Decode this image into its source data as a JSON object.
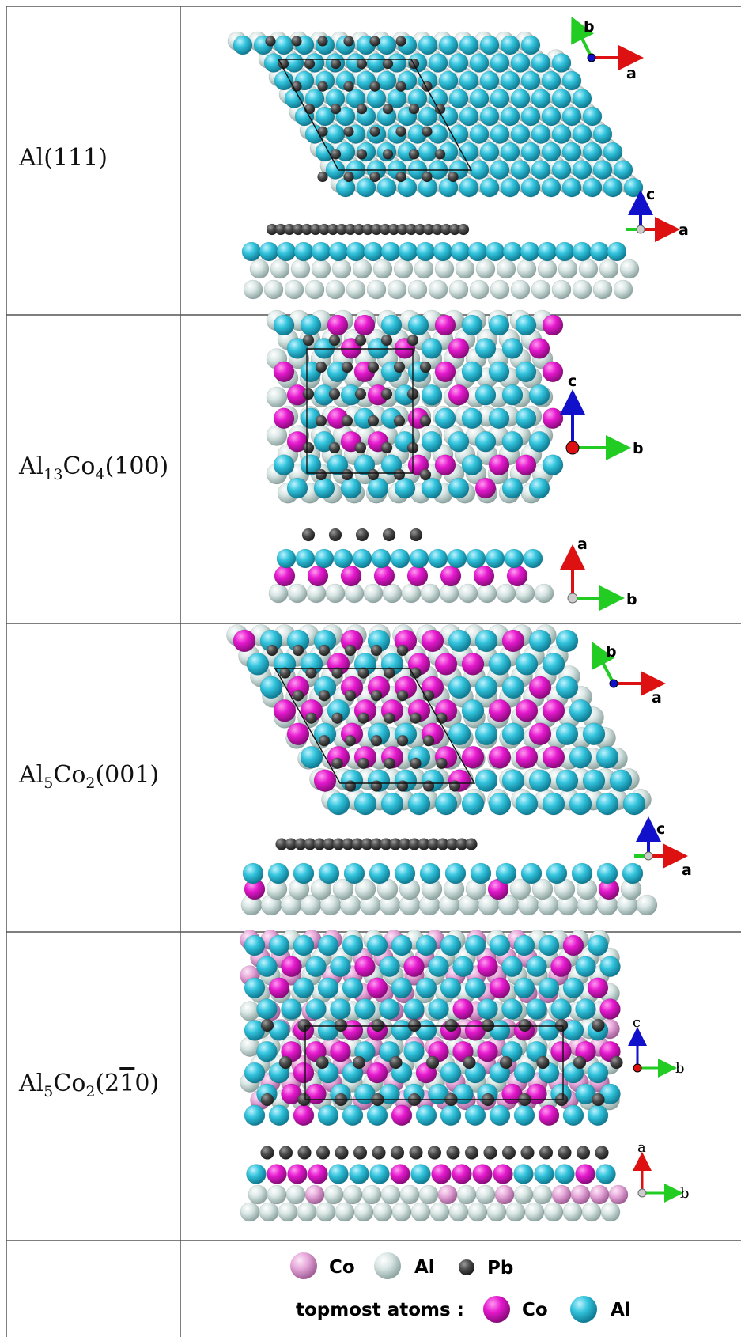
{
  "rows": [
    {
      "label_main": "Al(111)",
      "top_axes": [
        "b",
        "a"
      ],
      "side_axes": [
        "c",
        "a"
      ]
    },
    {
      "label_main": "Al",
      "label_sub1": "13",
      "label_mid": "Co",
      "label_sub2": "4",
      "label_tail": "(100)",
      "top_axes": [
        "c",
        "b"
      ],
      "side_axes": [
        "a",
        "b"
      ]
    },
    {
      "label_main": "Al",
      "label_sub1": "5",
      "label_mid": "Co",
      "label_sub2": "2",
      "label_tail": "(001)",
      "top_axes": [
        "b",
        "a"
      ],
      "side_axes": [
        "c",
        "a"
      ]
    },
    {
      "label_main": "Al",
      "label_sub1": "5",
      "label_mid": "Co",
      "label_sub2": "2",
      "label_tail_pre": "(2",
      "label_bar": "1",
      "label_tail_post": "0)",
      "top_axes": [
        "c",
        "b"
      ],
      "side_axes": [
        "a",
        "b"
      ]
    }
  ],
  "legend": {
    "row1": [
      {
        "name": "Co",
        "icon": "sphere-light-pink"
      },
      {
        "name": "Al",
        "icon": "sphere-pale-grey"
      },
      {
        "name": "Pb",
        "icon": "sphere-dark-grey"
      }
    ],
    "topmost_label": "topmost atoms :",
    "row2": [
      {
        "name": "Co",
        "icon": "sphere-magenta"
      },
      {
        "name": "Al",
        "icon": "sphere-cyan"
      }
    ]
  },
  "colors": {
    "al_sub": "#cfe0de",
    "al_top": "#33c4dd",
    "co_sub": "#e7a9da",
    "co_top": "#e619cf",
    "pb": "#4a4a4a",
    "axis_red": "#dd1111",
    "axis_green": "#22cc22",
    "axis_blue": "#1111cc"
  }
}
